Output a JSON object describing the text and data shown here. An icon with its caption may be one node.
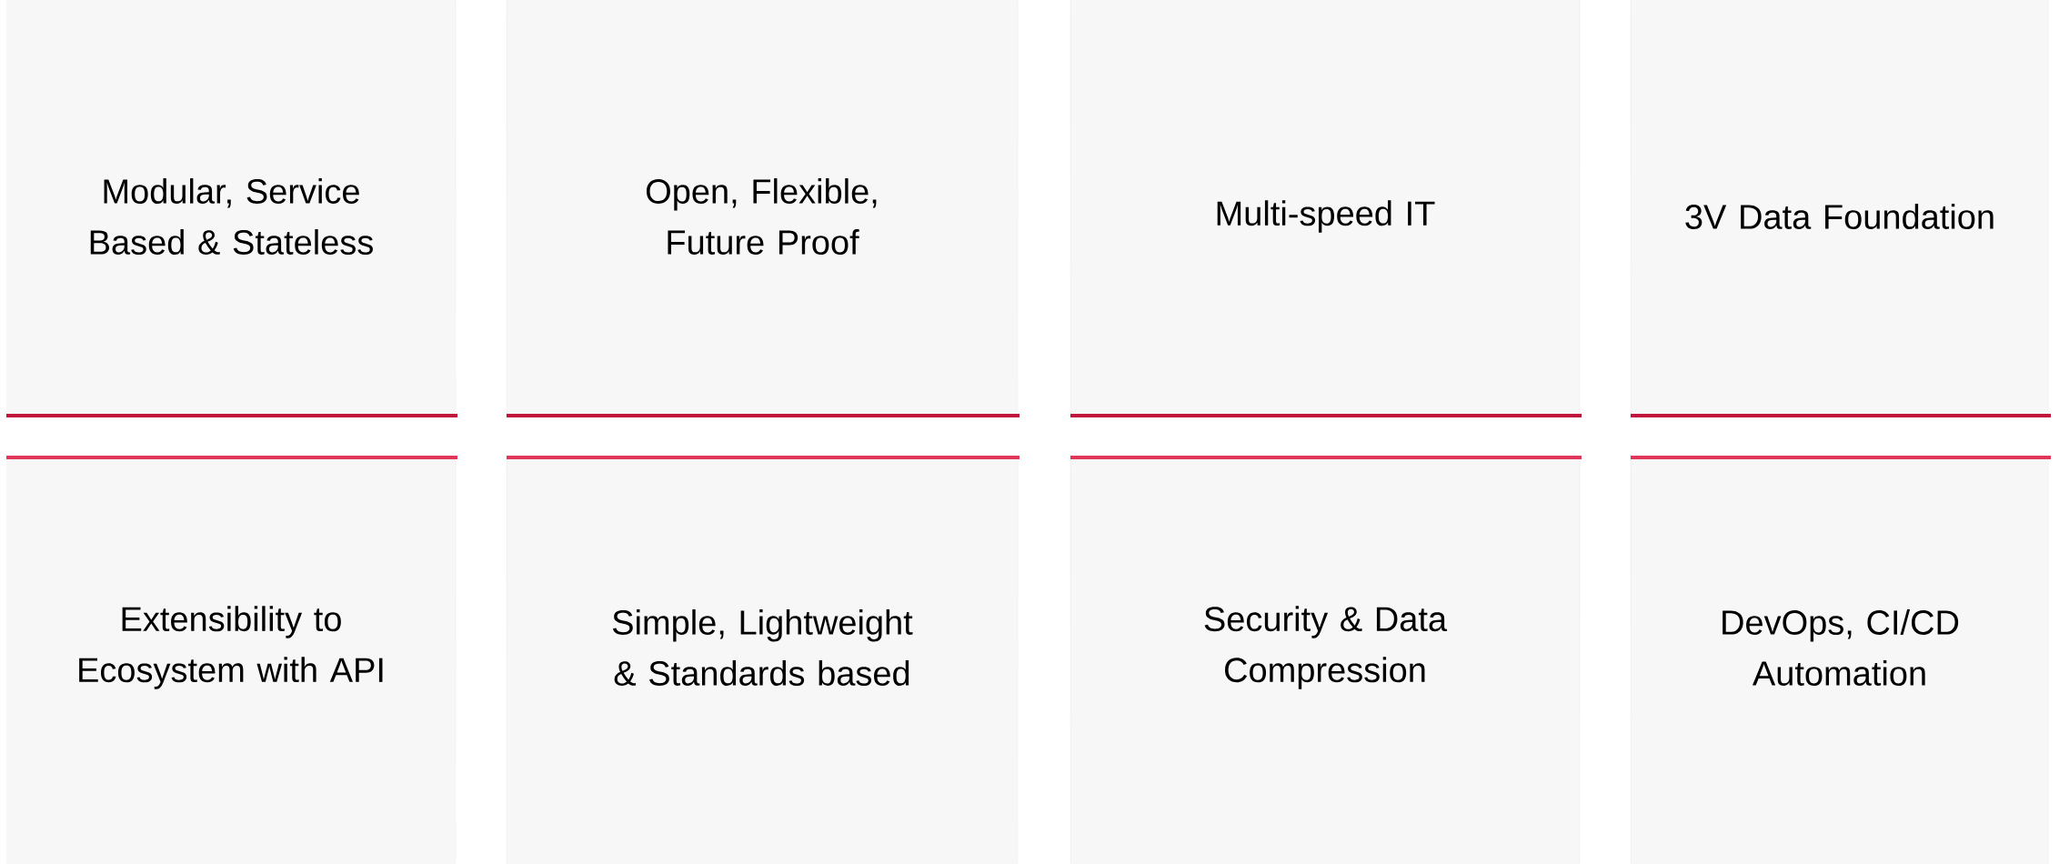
{
  "diagram": {
    "nodes": [
      {
        "text": [
          "Modular, Service Based & Stateless"
        ]
      },
      {
        "text": [
          "Open, Flexible, Future Proof"
        ]
      },
      {
        "text": [
          "Multi-speed IT"
        ]
      },
      {
        "text": [
          "3V Data Foundation"
        ]
      },
      {
        "text": [
          "Extensibility to Ecosystem with API"
        ]
      },
      {
        "text": [
          "Simple, Lightweight & Standards based"
        ]
      },
      {
        "text": [
          "Security & Data Compression"
        ]
      },
      {
        "text": [
          "DevOps, CI/CD Automation"
        ]
      }
    ]
  }
}
